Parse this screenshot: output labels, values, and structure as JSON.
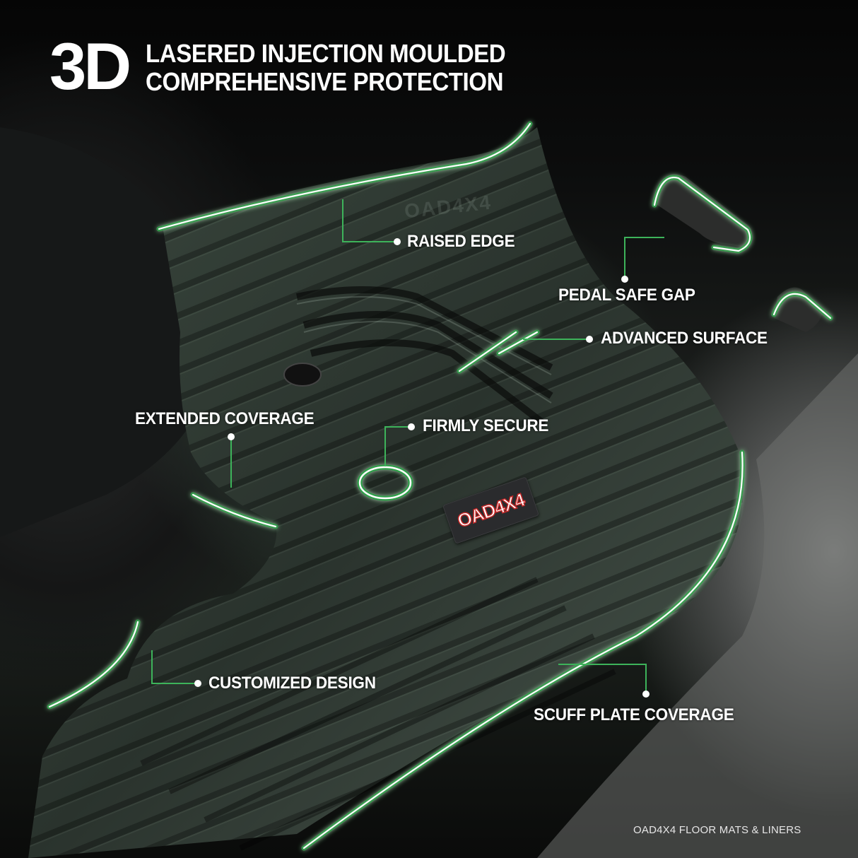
{
  "header": {
    "badge": "3D",
    "line1": "LASERED INJECTION MOULDED",
    "line2": "COMPREHENSIVE PROTECTION"
  },
  "callouts": [
    {
      "id": "raised-edge",
      "label": "RAISED EDGE"
    },
    {
      "id": "pedal-safe-gap",
      "label": "PEDAL SAFE GAP"
    },
    {
      "id": "advanced-surface",
      "label": "ADVANCED SURFACE"
    },
    {
      "id": "extended-coverage",
      "label": "EXTENDED COVERAGE"
    },
    {
      "id": "firmly-secure",
      "label": "FIRMLY SECURE"
    },
    {
      "id": "customized-design",
      "label": "CUSTOMIZED DESIGN"
    },
    {
      "id": "scuff-plate-coverage",
      "label": "SCUFF PLATE COVERAGE"
    }
  ],
  "product": {
    "badge_logo": "OAD4X4",
    "watermark": "OAD4X4"
  },
  "footer": {
    "caption": "OAD4X4 FLOOR MATS & LINERS"
  },
  "colors": {
    "glow_green": "#2e9e4a",
    "outline_white": "#ffffff",
    "background": "#0a0b0a",
    "logo_red": "#c62828"
  }
}
